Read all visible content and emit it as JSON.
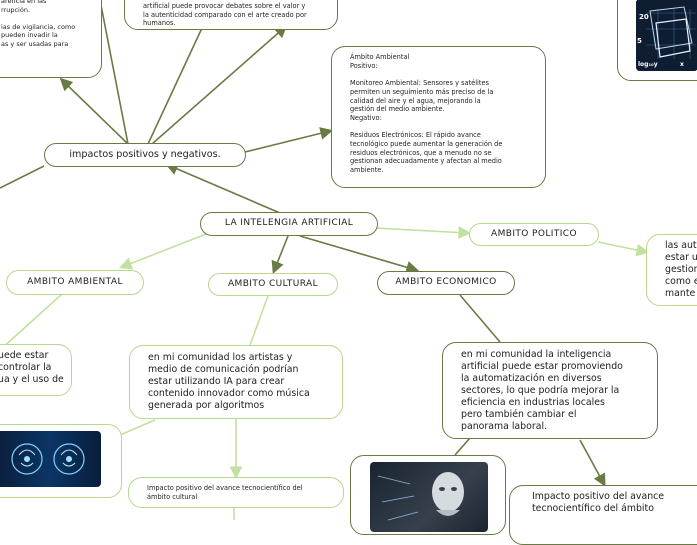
{
  "central": {
    "label": "LA INTELENGIA ARTIFICIAL"
  },
  "impactos": {
    "label": "impactos positivos y negativos."
  },
  "top_left_note": {
    "text": "arencia en las\nrrupción.\n\nias de vigilancia, como\npueden invadir la\nas y ser usadas para"
  },
  "top_center_note": {
    "text": "artificial puede provocar debates sobre el valor y\nla autenticidad comparado con el arte creado por\nhumanos."
  },
  "ambito_ambiental_note": {
    "text": "Ámbito Ambiental\nPositivo:\n\nMonitoreo Ambiental: Sensores y satélites\npermiten un seguimiento más preciso de la\ncalidad del aire y el agua, mejorando la\ngestión del medio ambiente.\nNegativo:\n\nResiduos Electrónicos: El rápido avance\ntecnológico puede aumentar la generación de\nresiduos electrónicos, que a menudo no se\ngestionan adecuadamente y afectan al medio\nambiente."
  },
  "ambito_politico": {
    "label": "AMBITO POLITICO"
  },
  "politico_note": {
    "text": "las aut\nestar u\ngestion\ncomo e\nmante"
  },
  "ambito_ambiental": {
    "label": "AMBITO AMBIENTAL"
  },
  "ambiental_note": {
    "text": "uede estar\n controlar la\nua y el uso de"
  },
  "ambito_cultural": {
    "label": "AMBITO CULTURAL"
  },
  "cultural_note": {
    "text": "en mi comunidad los artistas y\nmedio de comunicación podrían\nestar utilizando IA para crear\ncontenido innovador como música\ngenerada por algoritmos"
  },
  "ambito_economico": {
    "label": "AMBITO ECONOMICO"
  },
  "economico_note": {
    "text": " en mi comunidad la inteligencia\nartificial  puede estar promoviendo\nla  automatización en diversos\nsectores, lo que podría mejorar la\neficiencia en industrias locales\npero también cambiar el\npanorama laboral."
  },
  "cultural_impact": {
    "text": "Impacto positivo del avance tecnocientífico del\námbito cultural"
  },
  "economico_impact": {
    "text": "Impacto positivo del avance\ntecnocientífico del ámbito"
  },
  "chart_thumb": {
    "tick_20": "20",
    "tick_5": "5",
    "axis_x": "x",
    "axis_y": "log₁₀y"
  },
  "colors": {
    "dark_link": "#6a7a44",
    "light_link": "#c2e0a0"
  }
}
